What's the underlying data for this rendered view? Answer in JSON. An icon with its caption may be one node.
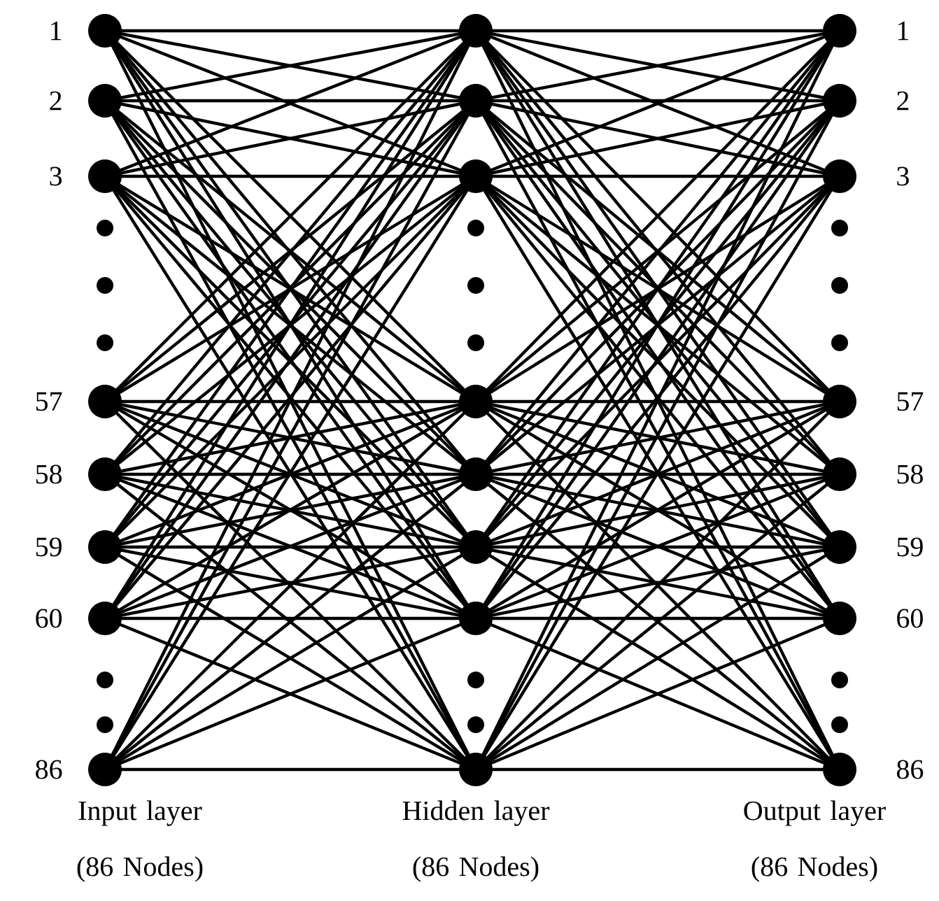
{
  "diagram": {
    "nodes": [
      {
        "text": [],
        "shape": "circle",
        "beside": [
          "1"
        ]
      },
      {
        "text": [],
        "shape": "circle",
        "beside": [
          "2"
        ]
      },
      {
        "text": [],
        "shape": "circle",
        "beside": [
          "3"
        ]
      },
      {
        "text": [],
        "shape": "circle",
        "beside": [
          "57"
        ]
      },
      {
        "text": [],
        "shape": "circle",
        "beside": [
          "58"
        ]
      },
      {
        "text": [],
        "shape": "circle",
        "beside": [
          "59"
        ]
      },
      {
        "text": [],
        "shape": "circle",
        "beside": [
          "60"
        ]
      },
      {
        "text": [],
        "shape": "circle",
        "beside": [
          "86"
        ]
      },
      {
        "text": [],
        "shape": "circle"
      },
      {
        "text": [],
        "shape": "circle"
      },
      {
        "text": [],
        "shape": "circle"
      },
      {
        "text": [],
        "shape": "circle"
      },
      {
        "text": [],
        "shape": "circle"
      },
      {
        "text": [],
        "shape": "circle"
      },
      {
        "text": [],
        "shape": "circle"
      },
      {
        "text": [],
        "shape": "circle"
      },
      {
        "text": [],
        "shape": "circle",
        "beside": [
          "1"
        ]
      },
      {
        "text": [],
        "shape": "circle",
        "beside": [
          "2"
        ]
      },
      {
        "text": [],
        "shape": "circle",
        "beside": [
          "3"
        ]
      },
      {
        "text": [],
        "shape": "circle",
        "beside": [
          "57"
        ]
      },
      {
        "text": [],
        "shape": "circle",
        "beside": [
          "58"
        ]
      },
      {
        "text": [],
        "shape": "circle",
        "beside": [
          "59"
        ]
      },
      {
        "text": [],
        "shape": "circle",
        "beside": [
          "60"
        ]
      },
      {
        "text": [],
        "shape": "circle",
        "beside": [
          "86"
        ]
      }
    ],
    "edges": [
      {
        "from": 0,
        "to": 8,
        "arrow": "none"
      },
      {
        "from": 0,
        "to": 9,
        "arrow": "none"
      },
      {
        "from": 0,
        "to": 10,
        "arrow": "none"
      },
      {
        "from": 0,
        "to": 11,
        "arrow": "none"
      },
      {
        "from": 0,
        "to": 12,
        "arrow": "none"
      },
      {
        "from": 0,
        "to": 13,
        "arrow": "none"
      },
      {
        "from": 0,
        "to": 14,
        "arrow": "none"
      },
      {
        "from": 0,
        "to": 15,
        "arrow": "none"
      },
      {
        "from": 1,
        "to": 8,
        "arrow": "none"
      },
      {
        "from": 1,
        "to": 9,
        "arrow": "none"
      },
      {
        "from": 1,
        "to": 10,
        "arrow": "none"
      },
      {
        "from": 1,
        "to": 11,
        "arrow": "none"
      },
      {
        "from": 1,
        "to": 12,
        "arrow": "none"
      },
      {
        "from": 1,
        "to": 13,
        "arrow": "none"
      },
      {
        "from": 1,
        "to": 14,
        "arrow": "none"
      },
      {
        "from": 1,
        "to": 15,
        "arrow": "none"
      },
      {
        "from": 2,
        "to": 8,
        "arrow": "none"
      },
      {
        "from": 2,
        "to": 9,
        "arrow": "none"
      },
      {
        "from": 2,
        "to": 10,
        "arrow": "none"
      },
      {
        "from": 2,
        "to": 11,
        "arrow": "none"
      },
      {
        "from": 2,
        "to": 12,
        "arrow": "none"
      },
      {
        "from": 2,
        "to": 13,
        "arrow": "none"
      },
      {
        "from": 2,
        "to": 14,
        "arrow": "none"
      },
      {
        "from": 2,
        "to": 15,
        "arrow": "none"
      },
      {
        "from": 3,
        "to": 8,
        "arrow": "none"
      },
      {
        "from": 3,
        "to": 9,
        "arrow": "none"
      },
      {
        "from": 3,
        "to": 10,
        "arrow": "none"
      },
      {
        "from": 3,
        "to": 11,
        "arrow": "none"
      },
      {
        "from": 3,
        "to": 12,
        "arrow": "none"
      },
      {
        "from": 3,
        "to": 13,
        "arrow": "none"
      },
      {
        "from": 3,
        "to": 14,
        "arrow": "none"
      },
      {
        "from": 3,
        "to": 15,
        "arrow": "none"
      },
      {
        "from": 4,
        "to": 8,
        "arrow": "none"
      },
      {
        "from": 4,
        "to": 9,
        "arrow": "none"
      },
      {
        "from": 4,
        "to": 10,
        "arrow": "none"
      },
      {
        "from": 4,
        "to": 11,
        "arrow": "none"
      },
      {
        "from": 4,
        "to": 12,
        "arrow": "none"
      },
      {
        "from": 4,
        "to": 13,
        "arrow": "none"
      },
      {
        "from": 4,
        "to": 14,
        "arrow": "none"
      },
      {
        "from": 4,
        "to": 15,
        "arrow": "none"
      },
      {
        "from": 5,
        "to": 8,
        "arrow": "none"
      },
      {
        "from": 5,
        "to": 9,
        "arrow": "none"
      },
      {
        "from": 5,
        "to": 10,
        "arrow": "none"
      },
      {
        "from": 5,
        "to": 11,
        "arrow": "none"
      },
      {
        "from": 5,
        "to": 12,
        "arrow": "none"
      },
      {
        "from": 5,
        "to": 13,
        "arrow": "none"
      },
      {
        "from": 5,
        "to": 14,
        "arrow": "none"
      },
      {
        "from": 5,
        "to": 15,
        "arrow": "none"
      },
      {
        "from": 6,
        "to": 8,
        "arrow": "none"
      },
      {
        "from": 6,
        "to": 9,
        "arrow": "none"
      },
      {
        "from": 6,
        "to": 10,
        "arrow": "none"
      },
      {
        "from": 6,
        "to": 11,
        "arrow": "none"
      },
      {
        "from": 6,
        "to": 12,
        "arrow": "none"
      },
      {
        "from": 6,
        "to": 13,
        "arrow": "none"
      },
      {
        "from": 6,
        "to": 14,
        "arrow": "none"
      },
      {
        "from": 6,
        "to": 15,
        "arrow": "none"
      },
      {
        "from": 7,
        "to": 8,
        "arrow": "none"
      },
      {
        "from": 7,
        "to": 9,
        "arrow": "none"
      },
      {
        "from": 7,
        "to": 10,
        "arrow": "none"
      },
      {
        "from": 7,
        "to": 11,
        "arrow": "none"
      },
      {
        "from": 7,
        "to": 12,
        "arrow": "none"
      },
      {
        "from": 7,
        "to": 13,
        "arrow": "none"
      },
      {
        "from": 7,
        "to": 14,
        "arrow": "none"
      },
      {
        "from": 7,
        "to": 15,
        "arrow": "none"
      },
      {
        "from": 8,
        "to": 16,
        "arrow": "none"
      },
      {
        "from": 8,
        "to": 17,
        "arrow": "none"
      },
      {
        "from": 8,
        "to": 18,
        "arrow": "none"
      },
      {
        "from": 8,
        "to": 19,
        "arrow": "none"
      },
      {
        "from": 8,
        "to": 20,
        "arrow": "none"
      },
      {
        "from": 8,
        "to": 21,
        "arrow": "none"
      },
      {
        "from": 8,
        "to": 22,
        "arrow": "none"
      },
      {
        "from": 8,
        "to": 23,
        "arrow": "none"
      },
      {
        "from": 9,
        "to": 16,
        "arrow": "none"
      },
      {
        "from": 9,
        "to": 17,
        "arrow": "none"
      },
      {
        "from": 9,
        "to": 18,
        "arrow": "none"
      },
      {
        "from": 9,
        "to": 19,
        "arrow": "none"
      },
      {
        "from": 9,
        "to": 20,
        "arrow": "none"
      },
      {
        "from": 9,
        "to": 21,
        "arrow": "none"
      },
      {
        "from": 9,
        "to": 22,
        "arrow": "none"
      },
      {
        "from": 9,
        "to": 23,
        "arrow": "none"
      },
      {
        "from": 10,
        "to": 16,
        "arrow": "none"
      },
      {
        "from": 10,
        "to": 17,
        "arrow": "none"
      },
      {
        "from": 10,
        "to": 18,
        "arrow": "none"
      },
      {
        "from": 10,
        "to": 19,
        "arrow": "none"
      },
      {
        "from": 10,
        "to": 20,
        "arrow": "none"
      },
      {
        "from": 10,
        "to": 21,
        "arrow": "none"
      },
      {
        "from": 10,
        "to": 22,
        "arrow": "none"
      },
      {
        "from": 10,
        "to": 23,
        "arrow": "none"
      },
      {
        "from": 11,
        "to": 16,
        "arrow": "none"
      },
      {
        "from": 11,
        "to": 17,
        "arrow": "none"
      },
      {
        "from": 11,
        "to": 18,
        "arrow": "none"
      },
      {
        "from": 11,
        "to": 19,
        "arrow": "none"
      },
      {
        "from": 11,
        "to": 20,
        "arrow": "none"
      },
      {
        "from": 11,
        "to": 21,
        "arrow": "none"
      },
      {
        "from": 11,
        "to": 22,
        "arrow": "none"
      },
      {
        "from": 11,
        "to": 23,
        "arrow": "none"
      },
      {
        "from": 12,
        "to": 16,
        "arrow": "none"
      },
      {
        "from": 12,
        "to": 17,
        "arrow": "none"
      },
      {
        "from": 12,
        "to": 18,
        "arrow": "none"
      },
      {
        "from": 12,
        "to": 19,
        "arrow": "none"
      },
      {
        "from": 12,
        "to": 20,
        "arrow": "none"
      },
      {
        "from": 12,
        "to": 21,
        "arrow": "none"
      },
      {
        "from": 12,
        "to": 22,
        "arrow": "none"
      },
      {
        "from": 12,
        "to": 23,
        "arrow": "none"
      },
      {
        "from": 13,
        "to": 16,
        "arrow": "none"
      },
      {
        "from": 13,
        "to": 17,
        "arrow": "none"
      },
      {
        "from": 13,
        "to": 18,
        "arrow": "none"
      },
      {
        "from": 13,
        "to": 19,
        "arrow": "none"
      },
      {
        "from": 13,
        "to": 20,
        "arrow": "none"
      },
      {
        "from": 13,
        "to": 21,
        "arrow": "none"
      },
      {
        "from": 13,
        "to": 22,
        "arrow": "none"
      },
      {
        "from": 13,
        "to": 23,
        "arrow": "none"
      },
      {
        "from": 14,
        "to": 16,
        "arrow": "none"
      },
      {
        "from": 14,
        "to": 17,
        "arrow": "none"
      },
      {
        "from": 14,
        "to": 18,
        "arrow": "none"
      },
      {
        "from": 14,
        "to": 19,
        "arrow": "none"
      },
      {
        "from": 14,
        "to": 20,
        "arrow": "none"
      },
      {
        "from": 14,
        "to": 21,
        "arrow": "none"
      },
      {
        "from": 14,
        "to": 22,
        "arrow": "none"
      },
      {
        "from": 14,
        "to": 23,
        "arrow": "none"
      },
      {
        "from": 15,
        "to": 16,
        "arrow": "none"
      },
      {
        "from": 15,
        "to": 17,
        "arrow": "none"
      },
      {
        "from": 15,
        "to": 18,
        "arrow": "none"
      },
      {
        "from": 15,
        "to": 19,
        "arrow": "none"
      },
      {
        "from": 15,
        "to": 20,
        "arrow": "none"
      },
      {
        "from": 15,
        "to": 21,
        "arrow": "none"
      },
      {
        "from": 15,
        "to": 22,
        "arrow": "none"
      },
      {
        "from": 15,
        "to": 23,
        "arrow": "none"
      }
    ],
    "labels": [
      "Input layer (86 Nodes)",
      "Hidden layer (86 Nodes)",
      "Output layer (86 Nodes)"
    ]
  }
}
